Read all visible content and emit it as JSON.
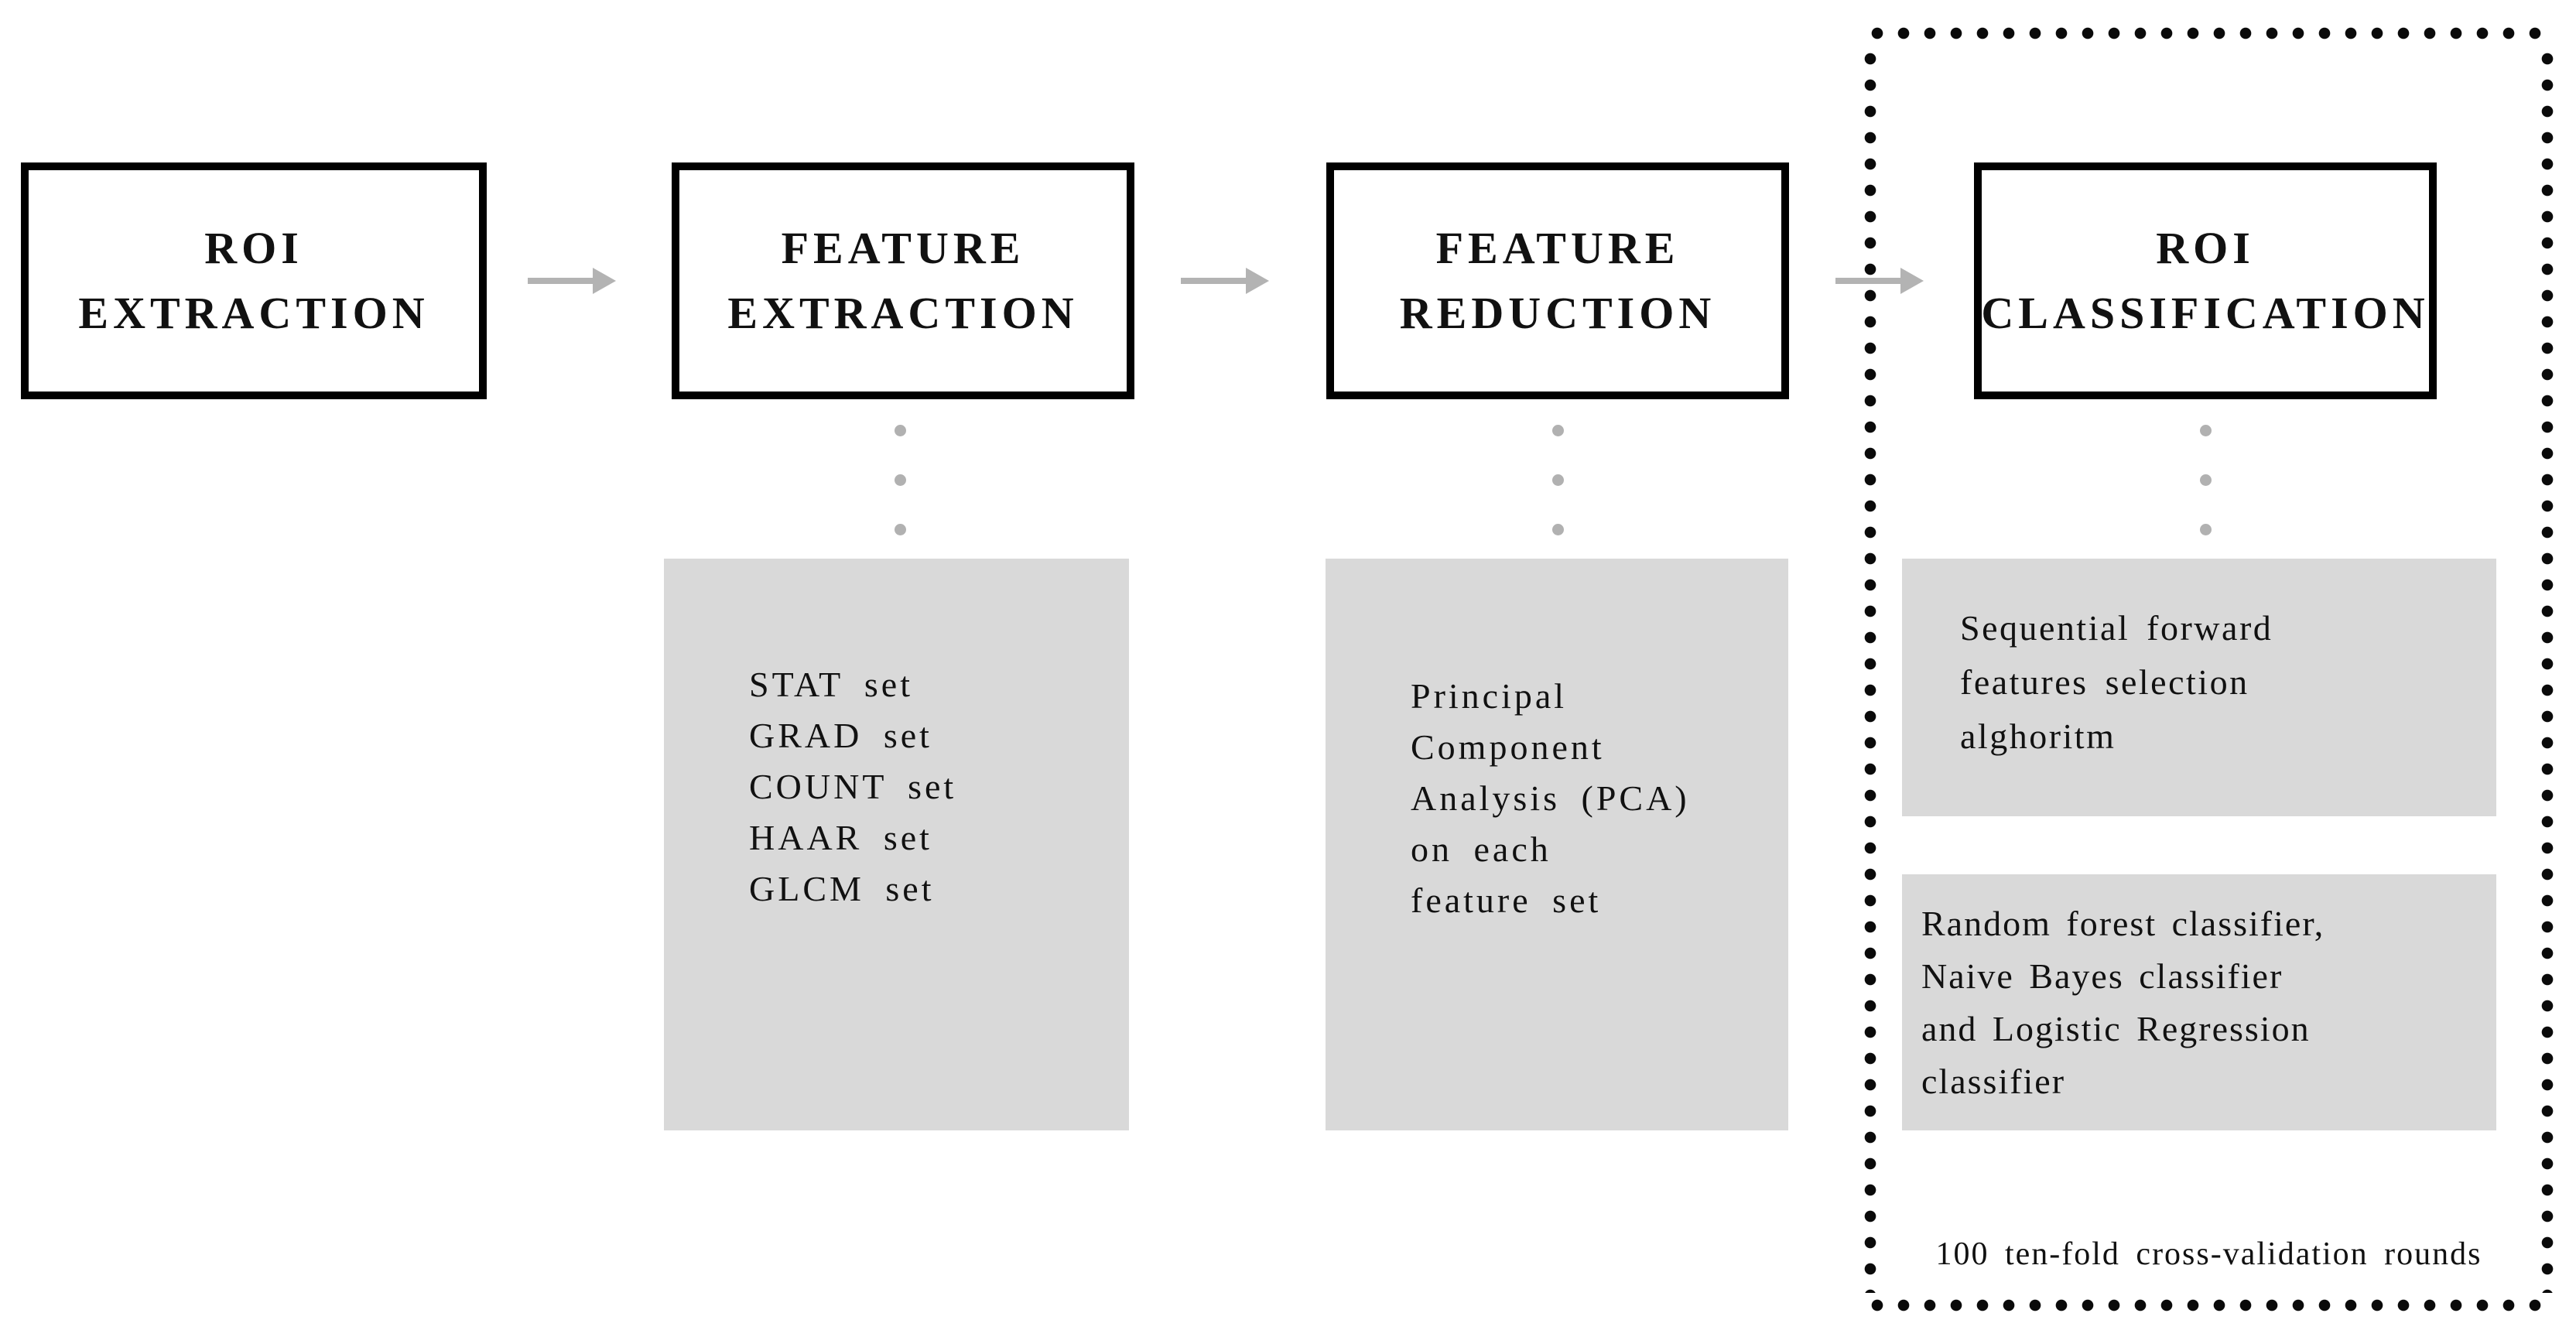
{
  "colors": {
    "box_border": "#000000",
    "gray_panel": "#d9d9d9",
    "arrow": "#b3b3b3",
    "connector_dot": "#b1b1b1",
    "frame_dot": "#0a0a0a",
    "text": "#111111",
    "background": "#ffffff"
  },
  "pipeline": {
    "stages": [
      {
        "line1": "ROI",
        "line2": "EXTRACTION"
      },
      {
        "line1": "FEATURE",
        "line2": "EXTRACTION"
      },
      {
        "line1": "FEATURE",
        "line2": "REDUCTION"
      },
      {
        "line1": "ROI",
        "line2": "CLASSIFICATION"
      }
    ],
    "feature_extraction_sets": [
      "STAT set",
      "GRAD set",
      "COUNT set",
      "HAAR set",
      "GLCM set"
    ],
    "feature_reduction_method": [
      "Principal",
      "Component",
      "Analysis (PCA)",
      "on each",
      "feature set"
    ],
    "classification_selection": [
      "Sequential forward",
      "features selection",
      "alghoritm"
    ],
    "classification_models": [
      "Random forest classifier,",
      "Naive Bayes classifier",
      "and Logistic Regression",
      "classifier"
    ],
    "validation_note": "100 ten-fold cross-validation rounds"
  }
}
